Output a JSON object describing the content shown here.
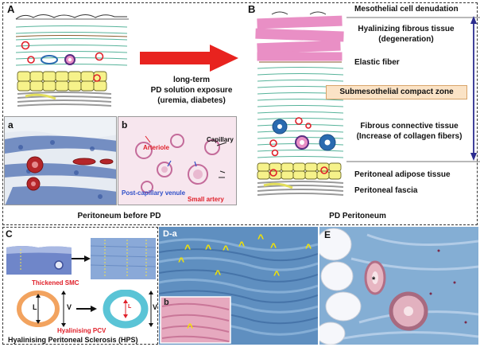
{
  "panel_letters": {
    "A": "A",
    "a": "a",
    "b": "b",
    "B": "B",
    "C": "C",
    "Da": "D-a",
    "Db": "b",
    "E": "E"
  },
  "panelA": {
    "arrow_text_lines": [
      "long-term",
      "PD solution exposure",
      "(uremia, diabetes)"
    ],
    "caption": "Peritoneum before PD",
    "micro_b_labels": {
      "arteriole": "Arteriole",
      "capillary": "Capillary",
      "postcap": "Post-capillary venule",
      "small_artery": "Small artery"
    }
  },
  "panelB": {
    "labels": {
      "denudation": "Mesothelial cell denudation",
      "hyalin1": "Hyalinizing fibrous tissue",
      "hyalin2": "(degeneration)",
      "elastic": "Elastic fiber",
      "submeso": "Submesothelial compact zone",
      "fibrous1": "Fibrous connective tissue",
      "fibrous2": "(Increase of collagen fibers)",
      "adipose": "Peritoneal adipose tissue",
      "fascia": "Peritoneal fascia"
    },
    "caption": "PD Peritoneum"
  },
  "panelC": {
    "thickened": "Thickened SMC",
    "hyalinising_pcv": "Hyalinising PCV",
    "hps": "Hyalinising Peritoneal Sclerosis (HPS)",
    "L": "L",
    "V": "V",
    "L2": "L",
    "V2": "V"
  },
  "colors": {
    "red": "#e0202a",
    "blue": "#2f4fc8",
    "pink": "#e98fc5",
    "adipose_yellow": "#f6f28a",
    "adipose_border": "#6d6a2a",
    "fibrous_green": "#56b39a",
    "fascia_gray": "#9a9a9a",
    "navy_arrow": "#2b2c8f",
    "submeso_box": "#fbe3c6",
    "vessel_blue": "#2a6ab0",
    "orange_ring": "#f2a35f",
    "cyan_ring": "#5ac4d6"
  }
}
